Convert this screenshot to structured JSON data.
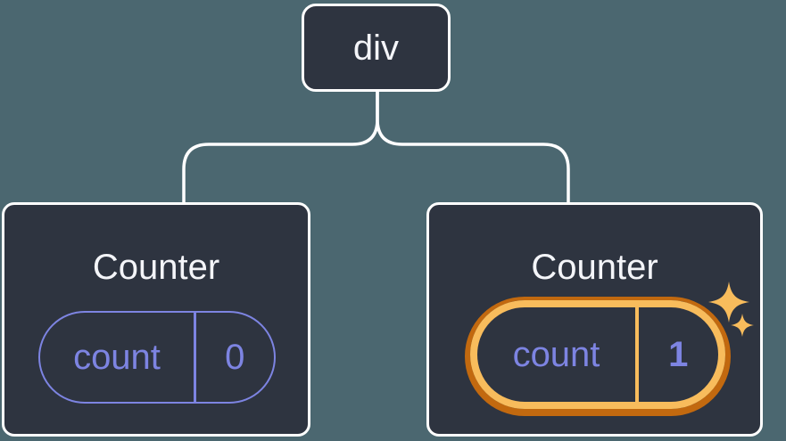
{
  "diagram": {
    "type": "react-component-tree",
    "background_color": "#4B6770",
    "node_background_color": "#2E3440",
    "line_color": "#FFFFFF",
    "state_accent_color": "#7D84E2",
    "highlight_outer_color": "#C2690F",
    "highlight_inner_color": "#F8BC5C",
    "root": {
      "label": "div"
    },
    "children": [
      {
        "title": "Counter",
        "state": {
          "name": "count",
          "value": "0"
        },
        "highlighted": false
      },
      {
        "title": "Counter",
        "state": {
          "name": "count",
          "value": "1"
        },
        "highlighted": true
      }
    ],
    "icons": {
      "sparkles": "two four-point sparkle stars marking updated state"
    }
  }
}
